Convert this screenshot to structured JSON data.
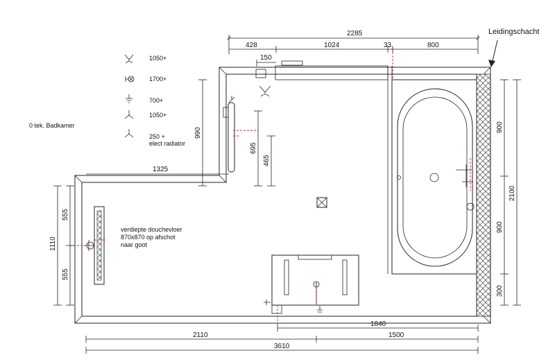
{
  "title": "Leidingschacht",
  "room_label": "0 tek. Badkamer",
  "shower_note": {
    "line1": "verdiepte douchevloer",
    "line2": "870x870 op afschot",
    "line3": "naar goot"
  },
  "legend": [
    {
      "icon": "shower-head-icon",
      "label": "1050+"
    },
    {
      "icon": "wall-outlet-icon",
      "label": "1700+"
    },
    {
      "icon": "ground-outlet-icon",
      "label": "700+"
    },
    {
      "icon": "tap-point-icon",
      "label": "1050+"
    },
    {
      "icon": "radiator-point-icon",
      "label": "250 +",
      "sublabel": "elect radiator"
    }
  ],
  "dimensions": {
    "top_total": "2285",
    "top_a": "428",
    "top_b": "1024",
    "top_c": "33",
    "top_d": "800",
    "top_small": "150",
    "left_upper": "990",
    "left_width": "1325",
    "wc_height": "695",
    "wc_inner": "465",
    "left_total": "1110",
    "left_a": "555",
    "left_b": "555",
    "right_a": "900",
    "right_total": "2100",
    "right_b": "900",
    "right_c": "300",
    "bottom_1840": "1840",
    "bottom_2110": "2110",
    "bottom_1500": "1500",
    "bottom_total": "3610"
  },
  "colors": {
    "line": "#222222",
    "accent": "#e02020",
    "hatch": "#444444"
  }
}
